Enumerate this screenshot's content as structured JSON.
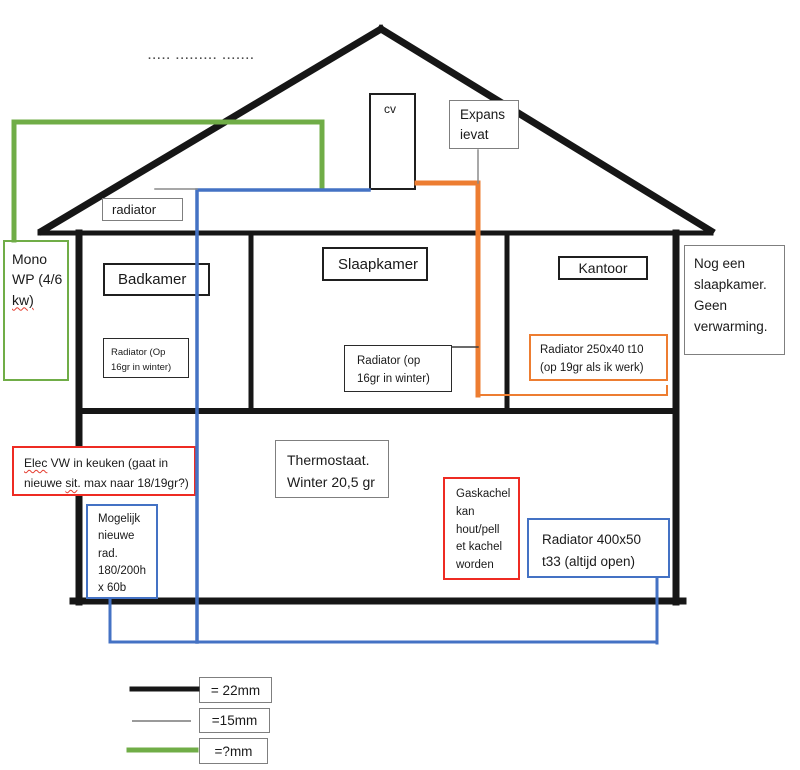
{
  "colors": {
    "green": "#70ad47",
    "blue": "#4472c4",
    "orange": "#ed7d31",
    "red": "#ee2b23",
    "gray": "#8a8a8a",
    "black": "#161616"
  },
  "attic": {
    "dotted_marks": "..... ......... .......",
    "cv_label": "cv",
    "expansion_vessel": "Expans\nievat",
    "radiator_label": "radiator"
  },
  "heat_pump": {
    "text_main": "Mono\nWP (4/6",
    "text_wavy": "kw)"
  },
  "rooms": {
    "badkamer": {
      "name": "Badkamer",
      "radiator_note": "Radiator (Op\n16gr in winter)"
    },
    "slaapkamer": {
      "name": "Slaapkamer",
      "radiator_note": "Radiator (op\n16gr in winter)"
    },
    "kantoor": {
      "name": "Kantoor",
      "radiator_note": "Radiator 250x40 t10\n(op 19gr als ik werk)"
    },
    "extra_room": {
      "note": "Nog een\nslaapkamer.\nGeen\nverwarming."
    }
  },
  "ground_floor": {
    "elec_note": {
      "word1": "Elec",
      "part1": " VW in keuken (gaat in",
      "part2": "nieuwe ",
      "word2": "sit",
      "part3": ". max naar 18/19gr?)"
    },
    "new_radiator_note": "Mogelijk\nnieuwe\nrad.\n180/200h\nx 60b",
    "thermostat_note": "Thermostaat.\nWinter 20,5 gr",
    "gas_stove_note": "Gaskachel\nkan\nhout/pell\net kachel\nworden",
    "radiator_note": "Radiator 400x50\nt33 (altijd open)"
  },
  "legend": {
    "item1": "= 22mm",
    "item2": "=15mm",
    "item3": "=?mm"
  }
}
